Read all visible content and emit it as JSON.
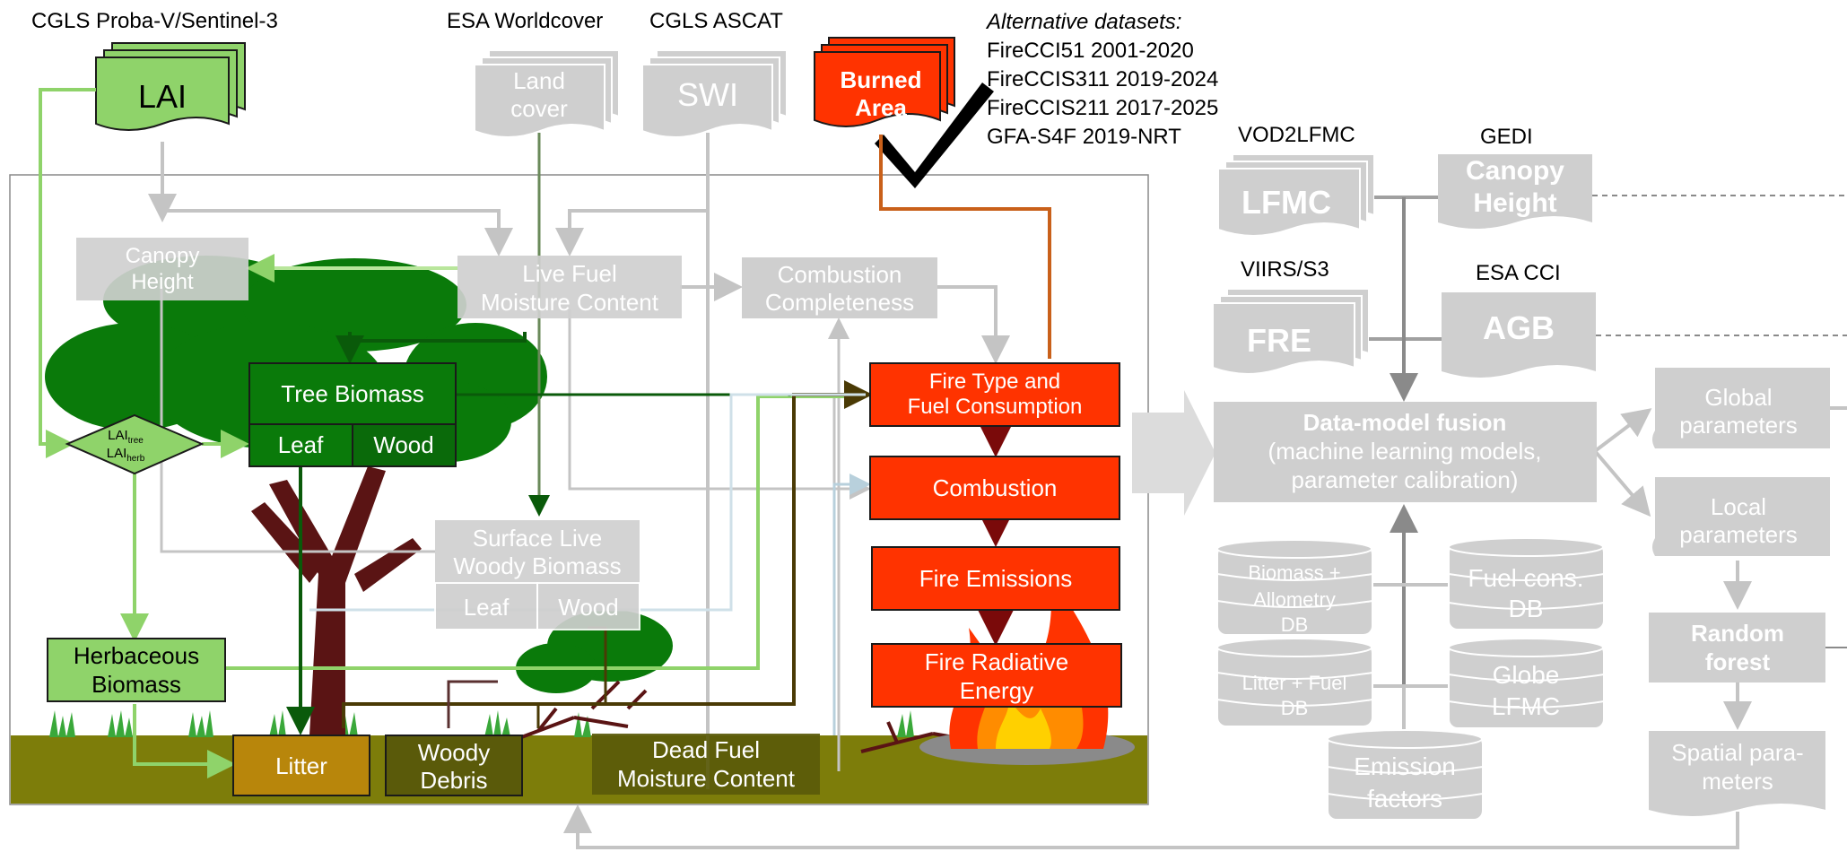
{
  "sources": {
    "cgls_proba": "CGLS Proba-V/Sentinel-3",
    "esa_worldcover": "ESA Worldcover",
    "cgls_ascat": "CGLS ASCAT",
    "lai": "LAI",
    "land_cover_1": "Land",
    "land_cover_2": "cover",
    "swi": "SWI",
    "burned_1": "Burned",
    "burned_2": "Area"
  },
  "alternatives": {
    "title": "Alternative datasets:",
    "items": [
      "FireCCI51 2001-2020",
      "FireCCIS311 2019-2024",
      "FireCCIS211 2017-2025",
      "GFA-S4F 2019-NRT"
    ]
  },
  "model": {
    "canopy_height_1": "Canopy",
    "canopy_height_2": "Height",
    "lfmc_1": "Live Fuel",
    "lfmc_2": "Moisture Content",
    "cc_1": "Combustion",
    "cc_2": "Completeness",
    "tree_biomass": "Tree Biomass",
    "leaf": "Leaf",
    "wood": "Wood",
    "lai_tree": "LAI",
    "lai_tree_sub": "tree",
    "lai_herb": "LAI",
    "lai_herb_sub": "herb",
    "surface_1": "Surface Live",
    "surface_2": "Woody Biomass",
    "surface_leaf": "Leaf",
    "surface_wood": "Wood",
    "herb_1": "Herbaceous",
    "herb_2": "Biomass",
    "litter": "Litter",
    "woody_1": "Woody",
    "woody_2": "Debris",
    "dfmc_1": "Dead Fuel",
    "dfmc_2": "Moisture Content",
    "ftfc_1": "Fire Type and",
    "ftfc_2": "Fuel Consumption",
    "combustion": "Combustion",
    "emissions": "Fire Emissions",
    "fre_1": "Fire Radiative",
    "fre_2": "Energy"
  },
  "right": {
    "vod2lfmc": "VOD2LFMC",
    "gedi": "GEDI",
    "viirs": "VIIRS/S3",
    "esa_cci": "ESA CCI",
    "lfmc": "LFMC",
    "canopy_1": "Canopy",
    "canopy_2": "Height",
    "fre": "FRE",
    "agb": "AGB",
    "fusion_1": "Data-model fusion",
    "fusion_2": "(machine learning models,",
    "fusion_3": "parameter calibration)",
    "global_1": "Global",
    "global_2": "parameters",
    "local_1": "Local",
    "local_2": "parameters",
    "rf_1": "Random",
    "rf_2": "forest",
    "spatial_1": "Spatial para-",
    "spatial_2": "meters",
    "db_biomass_1": "Biomass +",
    "db_biomass_2": "Allometry",
    "db_biomass_3": "DB",
    "db_fuel_1": "Fuel cons.",
    "db_fuel_2": "DB",
    "db_litter_1": "Litter + Fuel",
    "db_litter_2": "DB",
    "db_globe_1": "Globe",
    "db_globe_2": "LFMC",
    "db_em_1": "Emission",
    "db_em_2": "factors"
  },
  "colors": {
    "lai_green": "#8fd36a",
    "tree_green": "#0a7a0a",
    "fire_red": "#ff3300",
    "grey": "#cfcfcf",
    "soil": "#7d7d0a",
    "trunk": "#5a1414"
  }
}
